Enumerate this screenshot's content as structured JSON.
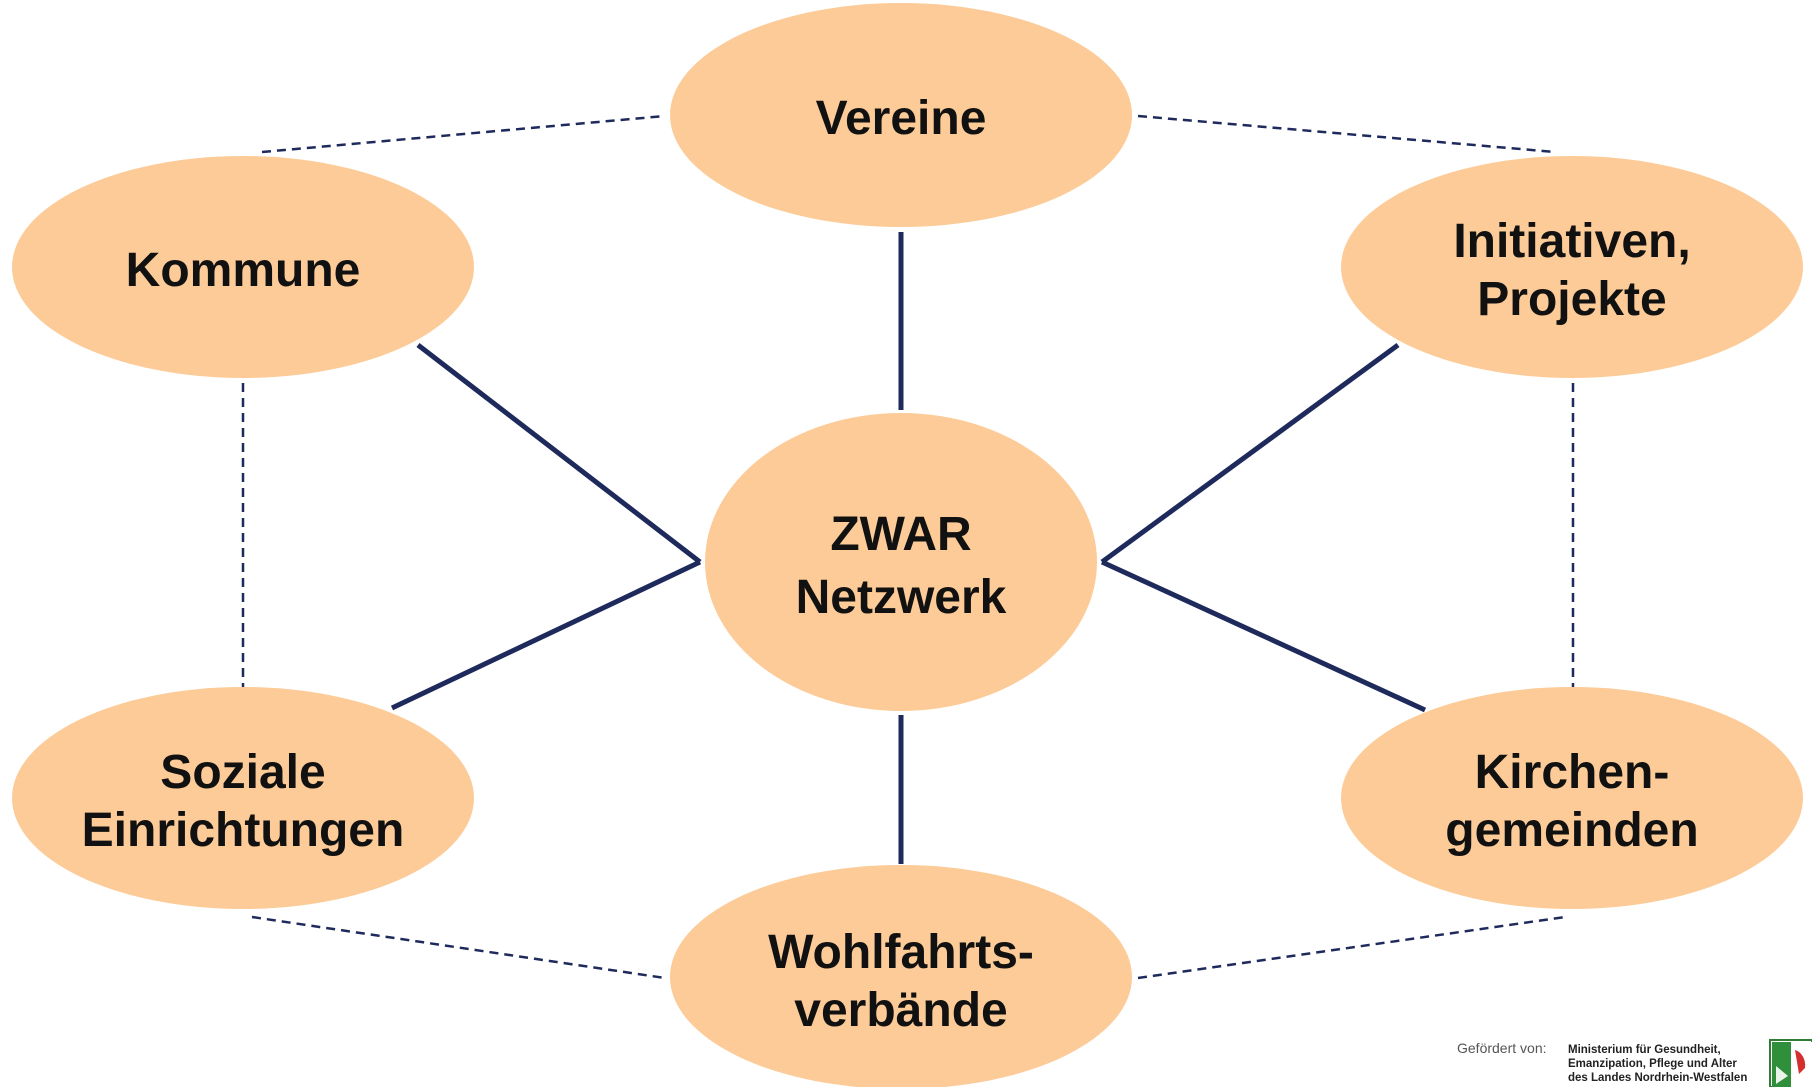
{
  "diagram": {
    "center": {
      "lines": [
        "ZWAR",
        "Netzwerk"
      ]
    },
    "nodes": [
      {
        "id": "vereine",
        "lines": [
          "Vereine"
        ]
      },
      {
        "id": "kommune",
        "lines": [
          "Kommune"
        ]
      },
      {
        "id": "initiativen",
        "lines": [
          "Initiativen,",
          "Projekte"
        ]
      },
      {
        "id": "soziale",
        "lines": [
          "Soziale",
          "Einrichtungen"
        ]
      },
      {
        "id": "kirchen",
        "lines": [
          "Kirchen-",
          "gemeinden"
        ]
      },
      {
        "id": "wohlfahrt",
        "lines": [
          "Wohlfahrts-",
          "verbände"
        ]
      }
    ],
    "solid_connections": [
      "vereine",
      "kommune",
      "initiativen",
      "soziale",
      "kirchen",
      "wohlfahrt"
    ],
    "dashed_connections": [
      [
        "kommune",
        "vereine"
      ],
      [
        "vereine",
        "initiativen"
      ],
      [
        "kommune",
        "soziale"
      ],
      [
        "initiativen",
        "kirchen"
      ],
      [
        "soziale",
        "wohlfahrt"
      ],
      [
        "wohlfahrt",
        "kirchen"
      ]
    ]
  },
  "colors": {
    "node_fill": "#FCCB98",
    "line": "#1F2A5C",
    "text": "#111111"
  },
  "footer": {
    "label": "Gefördert von:",
    "ministry_lines": [
      "Ministerium für Gesundheit,",
      "Emanzipation, Pflege und Alter",
      "des Landes Nordrhein-Westfalen"
    ],
    "logo": "nrw-coat-of-arms"
  }
}
